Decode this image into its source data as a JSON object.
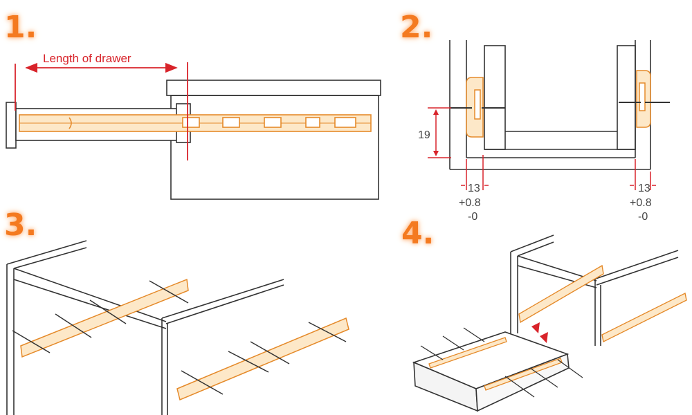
{
  "steps": [
    {
      "number": "1."
    },
    {
      "number": "2."
    },
    {
      "number": "3."
    },
    {
      "number": "4."
    }
  ],
  "step1": {
    "dimension_label": "Length of drawer"
  },
  "step2": {
    "height_value": "19",
    "left_gap": {
      "value": "13",
      "tol_plus": "+0.8",
      "tol_minus": "-0"
    },
    "right_gap": {
      "value": "13",
      "tol_plus": "+0.8",
      "tol_minus": "-0"
    }
  },
  "colors": {
    "step_number": "#f47a20",
    "rail_fill": "#fde8c8",
    "rail_stroke": "#e58a2a",
    "dimension_red": "#d8232a",
    "line_dark": "#333333"
  }
}
